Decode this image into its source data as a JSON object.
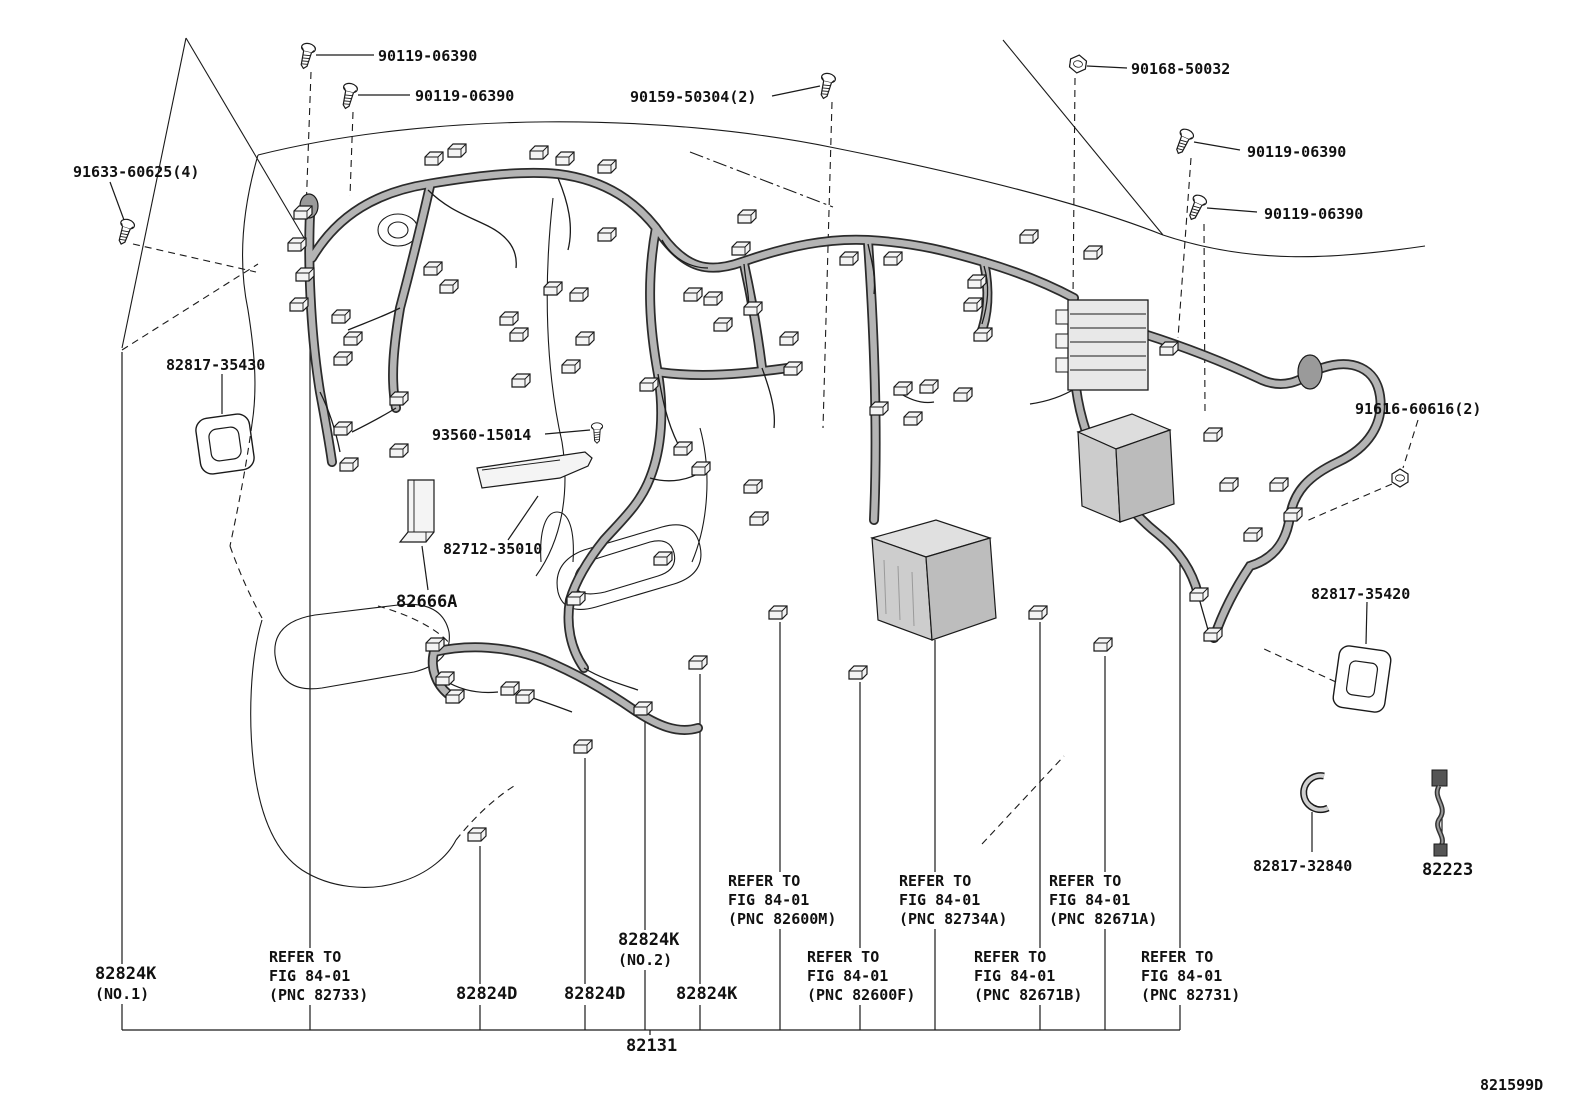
{
  "doc": {
    "drawing_code": "821599D",
    "main_part": "82131"
  },
  "fasteners": {
    "f90119_1": "90119-06390",
    "f90119_2": "90119-06390",
    "f90159": "90159-50304(2)",
    "f90168": "90168-50032",
    "f90119_3": "90119-06390",
    "f90119_4": "90119-06390",
    "f91633": "91633-60625(4)",
    "f93560": "93560-15014",
    "f91616": "91616-60616(2)"
  },
  "parts": {
    "p82817_35430": "82817-35430",
    "p82712_35010": "82712-35010",
    "p82666a": "82666A",
    "p82817_35420": "82817-35420",
    "p82817_32840": "82817-32840",
    "p82223": "82223",
    "p82824k_no1_line1": "82824K",
    "p82824k_no1_line2": "(NO.1)",
    "p82824k_no2_line1": "82824K",
    "p82824k_no2_line2": "(NO.2)",
    "p82824d_1": "82824D",
    "p82824d_2": "82824D",
    "p82824k_plain": "82824K"
  },
  "references": {
    "r82733": {
      "l1": "REFER TO",
      "l2": "FIG 84-01",
      "l3": "(PNC 82733)"
    },
    "r82600m": {
      "l1": "REFER TO",
      "l2": "FIG 84-01",
      "l3": "(PNC 82600M)"
    },
    "r82600f": {
      "l1": "REFER TO",
      "l2": "FIG 84-01",
      "l3": "(PNC 82600F)"
    },
    "r82734a": {
      "l1": "REFER TO",
      "l2": "FIG 84-01",
      "l3": "(PNC 82734A)"
    },
    "r82671b": {
      "l1": "REFER TO",
      "l2": "FIG 84-01",
      "l3": "(PNC 82671B)"
    },
    "r82671a": {
      "l1": "REFER TO",
      "l2": "FIG 84-01",
      "l3": "(PNC 82671A)"
    },
    "r82731": {
      "l1": "REFER TO",
      "l2": "FIG 84-01",
      "l3": "(PNC 82731)"
    }
  }
}
